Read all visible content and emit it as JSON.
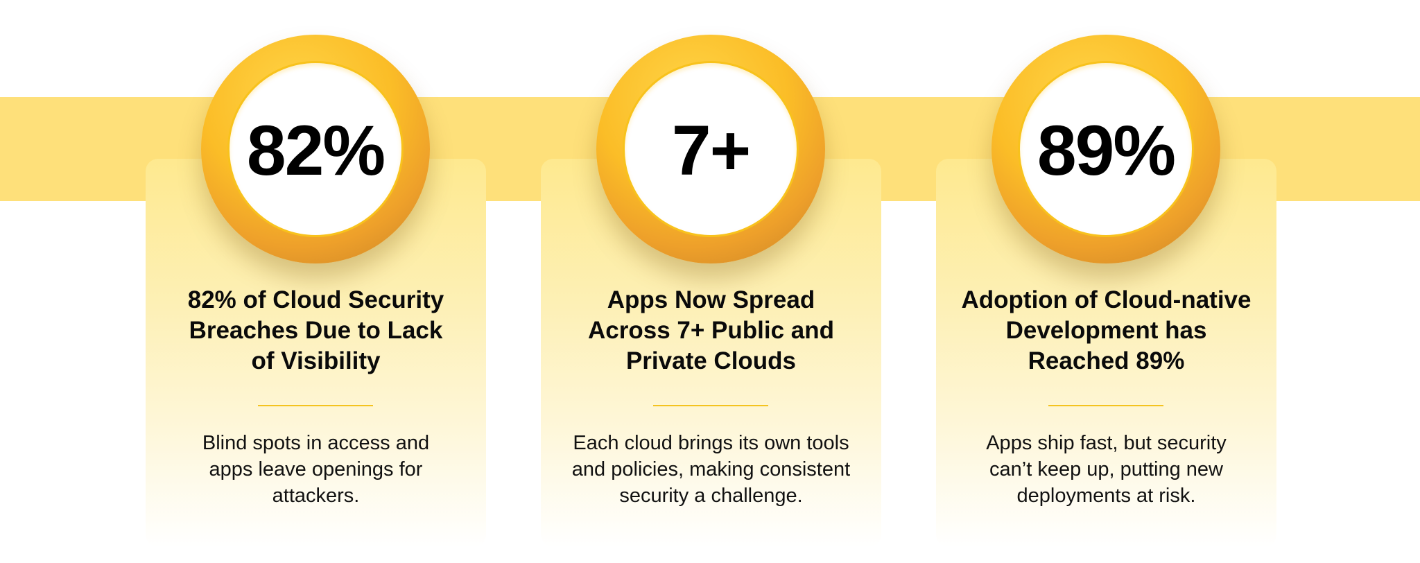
{
  "colors": {
    "band": "#fee07a",
    "ring_light": "#ffd548",
    "ring_dark": "#c57f27",
    "divider": "#f4c320"
  },
  "stats": [
    {
      "value": "82%",
      "title_lines": [
        "82% of Cloud Security",
        "Breaches Due to Lack",
        "of Visibility"
      ],
      "description_lines": [
        "Blind spots in access and",
        "apps leave openings for",
        "attackers."
      ]
    },
    {
      "value": "7+",
      "title_lines": [
        "Apps Now Spread",
        "Across 7+ Public and",
        "Private Clouds"
      ],
      "description_lines": [
        "Each cloud brings its own tools",
        "and policies, making consistent",
        "security a challenge."
      ]
    },
    {
      "value": "89%",
      "title_lines": [
        "Adoption of Cloud-native",
        "Development has",
        "Reached 89%"
      ],
      "description_lines": [
        "Apps ship fast, but security",
        "can’t keep up, putting new",
        "deployments at risk."
      ]
    }
  ]
}
